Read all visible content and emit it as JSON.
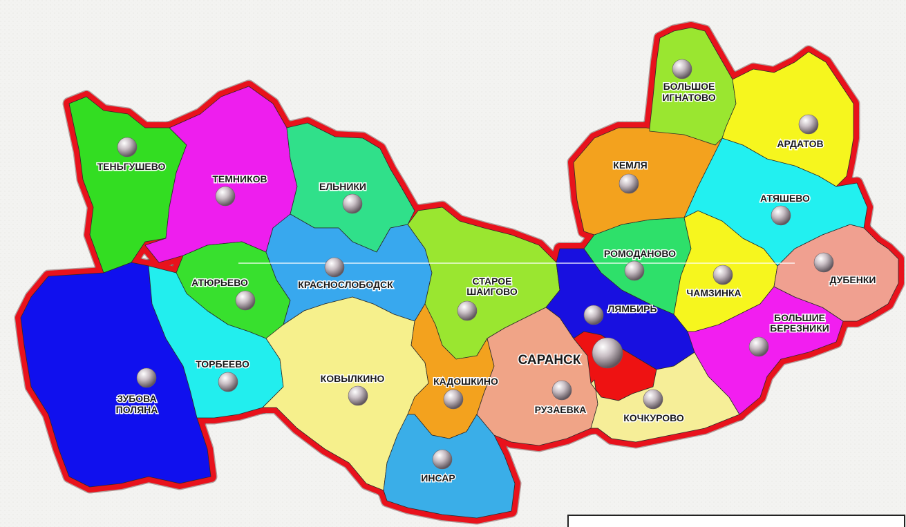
{
  "map": {
    "colors": {
      "border": "#e8121c",
      "background": "#f3f3f1",
      "marker": "#a49aa0"
    },
    "regions": [
      {
        "id": "tengushevo",
        "label": [
          "ТЕНЬГУШЕВО"
        ],
        "color": "#33dd22"
      },
      {
        "id": "temnikov",
        "label": [
          "ТЕМНИКОВ"
        ],
        "color": "#ee1eee"
      },
      {
        "id": "elniki",
        "label": [
          "ЕЛЬНИКИ"
        ],
        "color": "#30e08a"
      },
      {
        "id": "zubova_polyana",
        "label": [
          "ЗУБОВА",
          "ПОЛЯНА"
        ],
        "color": "#1010ee"
      },
      {
        "id": "atyurevo",
        "label": [
          "АТЮРЬЕВО"
        ],
        "color": "#38e02e"
      },
      {
        "id": "krasnoslobodsk",
        "label": [
          "КРАСНОСЛОБОДСК"
        ],
        "color": "#38a8ee"
      },
      {
        "id": "torbeevo",
        "label": [
          "ТОРБЕЕВО"
        ],
        "color": "#22eeee"
      },
      {
        "id": "kovylkino",
        "label": [
          "КОВЫЛКИНО"
        ],
        "color": "#f6f08c"
      },
      {
        "id": "staroe_shaigovo",
        "label": [
          "СТАРОЕ",
          "ШАИГОВО"
        ],
        "color": "#9ae630"
      },
      {
        "id": "kadoshkino",
        "label": [
          "КАДОШКИНО"
        ],
        "color": "#f3a21e"
      },
      {
        "id": "insar",
        "label": [
          "ИНСАР"
        ],
        "color": "#3aaee8"
      },
      {
        "id": "ruzaevka",
        "label": [
          "РУЗАЕВКА"
        ],
        "color": "#f0a487"
      },
      {
        "id": "lyambir",
        "label": [
          "ЛЯМБИРЬ"
        ],
        "color": "#1810e0"
      },
      {
        "id": "saransk",
        "label": [
          "САРАНСК"
        ],
        "color": "#ee1212"
      },
      {
        "id": "kochkurovo",
        "label": [
          "КОЧКУРОВО"
        ],
        "color": "#f6ee98"
      },
      {
        "id": "romodanovo",
        "label": [
          "РОМОДАНОВО"
        ],
        "color": "#2ee06a"
      },
      {
        "id": "chamzinka",
        "label": [
          "ЧАМЗИНКА"
        ],
        "color": "#f6f61e"
      },
      {
        "id": "bolshie_bereznyki",
        "label": [
          "БОЛЬШИЕ",
          "БЕРЕЗНИКИ"
        ],
        "color": "#f21ef0"
      },
      {
        "id": "dubenki",
        "label": [
          "ДУБЕНКИ"
        ],
        "color": "#f0a090"
      },
      {
        "id": "atyashevo",
        "label": [
          "АТЯШЕВО"
        ],
        "color": "#22f0f0"
      },
      {
        "id": "kemlya",
        "label": [
          "КЕМЛЯ"
        ],
        "color": "#f3a21e"
      },
      {
        "id": "bolshoe_ignatovo",
        "label": [
          "БОЛЬШОЕ",
          "ИГНАТОВО"
        ],
        "color": "#9ae630"
      },
      {
        "id": "ardatov",
        "label": [
          "АРДАТОВ"
        ],
        "color": "#f6f61e"
      }
    ]
  }
}
